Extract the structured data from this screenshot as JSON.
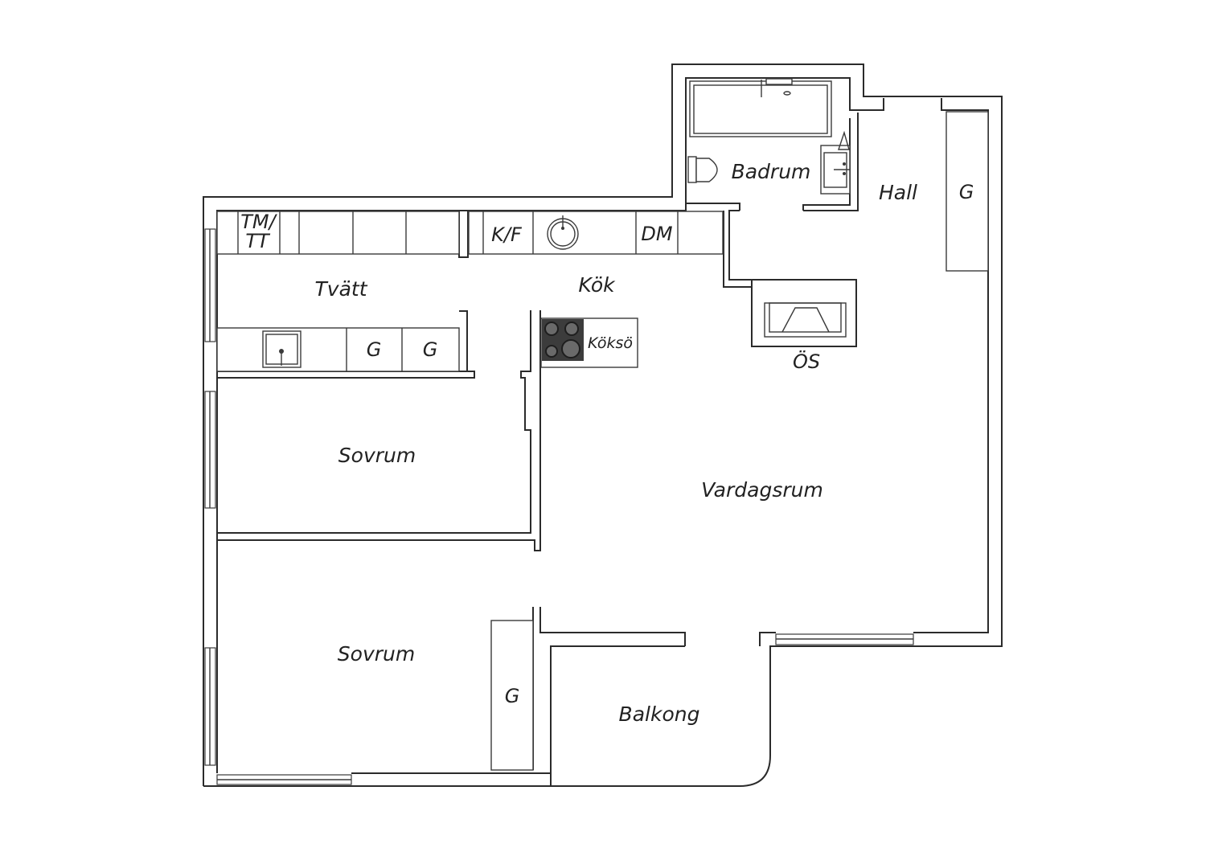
{
  "rooms": {
    "badrum": "Badrum",
    "hall": "Hall",
    "tvatt": "Tvätt",
    "kok": "Kök",
    "sovrum_1": "Sovrum",
    "sovrum_2": "Sovrum",
    "vardagsrum": "Vardagsrum",
    "balkong": "Balkong"
  },
  "fixtures": {
    "tm": "TM/",
    "tt": "TT",
    "kf": "K/F",
    "dm": "DM",
    "koksoe": "Köksö",
    "os": "ÖS",
    "g_hall": "G",
    "g_tvatt_1": "G",
    "g_tvatt_2": "G",
    "g_sovrum": "G"
  },
  "colors": {
    "wall": "#2b2b2b",
    "background": "#ffffff",
    "stove": "#3c3c3c"
  },
  "icons": [
    "sink-icon",
    "washbasin-icon",
    "bathtub-icon",
    "toilet-icon",
    "stove-icon",
    "fireplace-icon",
    "window-icon"
  ]
}
